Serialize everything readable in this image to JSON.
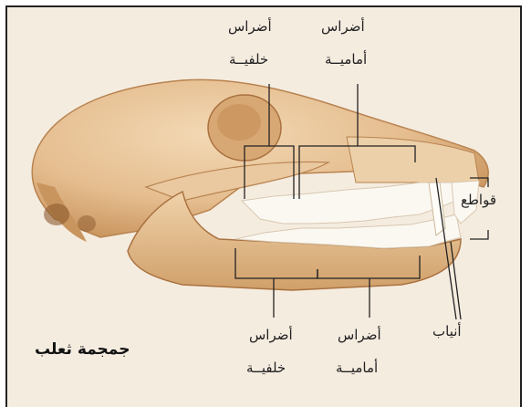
{
  "title": "جمجمة ثعلب",
  "labels": {
    "upper_molars_1": "أضراس",
    "upper_molars_2": "خلفيــة",
    "upper_premolars_1": "أضراس",
    "upper_premolars_2": "أماميــة",
    "incisors": "قواطع",
    "canines": "أنياب",
    "lower_molars_1": "أضراس",
    "lower_molars_2": "خلفيــة",
    "lower_premolars_1": "أضراس",
    "lower_premolars_2": "أماميــة"
  },
  "colors": {
    "bone": "#e8c397",
    "bone_shadow": "#c9955e",
    "bone_dark": "#a9713f",
    "teeth": "#fbf8f2",
    "background": "#f5ece0",
    "lines": "#222222"
  }
}
